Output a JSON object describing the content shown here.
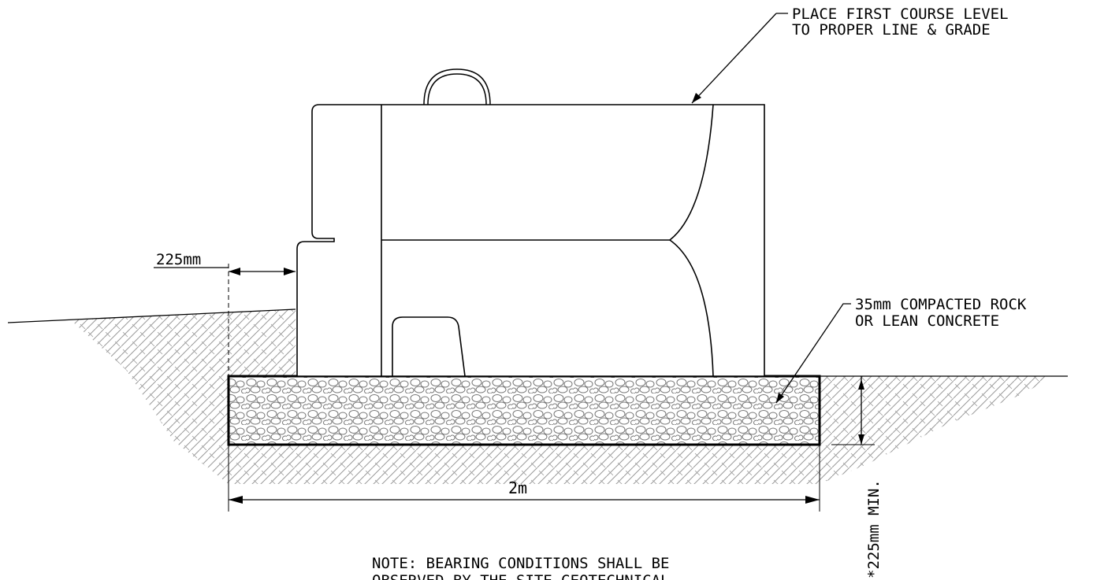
{
  "callouts": {
    "first_course_line1": "PLACE FIRST COURSE LEVEL",
    "first_course_line2": "TO PROPER LINE & GRADE",
    "base_line1": "35mm COMPACTED ROCK",
    "base_line2": "OR LEAN CONCRETE"
  },
  "dimensions": {
    "setback": "225mm",
    "base_width": "2m",
    "base_depth": "*225mm MIN."
  },
  "note": {
    "line1": "NOTE: BEARING CONDITIONS SHALL BE",
    "line2": "OBSERVED BY THE SITE GEOTECHNICAL"
  },
  "colors": {
    "line": "#000000",
    "hatch": "#9a9a9a",
    "background": "#ffffff"
  }
}
